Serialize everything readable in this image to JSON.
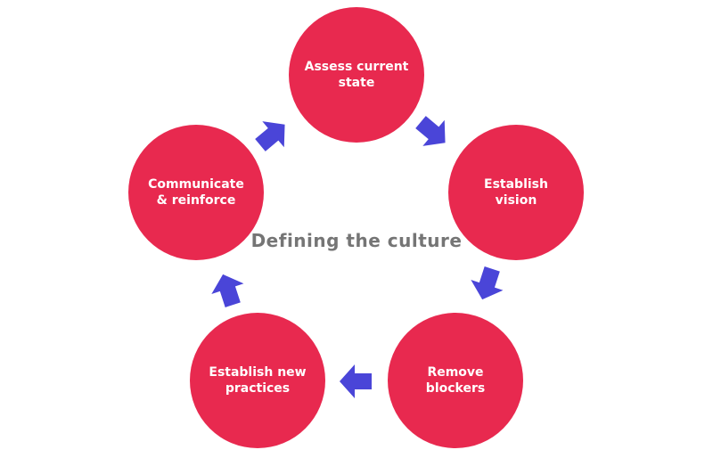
{
  "diagram": {
    "title": "Defining the culture",
    "steps": [
      {
        "label": "Assess current\nstate"
      },
      {
        "label": "Establish\nvision"
      },
      {
        "label": "Remove\nblockers"
      },
      {
        "label": "Establish new\npractices"
      },
      {
        "label": "Communicate\n& reinforce"
      }
    ]
  },
  "colors": {
    "node": "#e8294f",
    "arrow": "#4a45d8",
    "title": "#757575",
    "node_text": "#ffffff"
  }
}
